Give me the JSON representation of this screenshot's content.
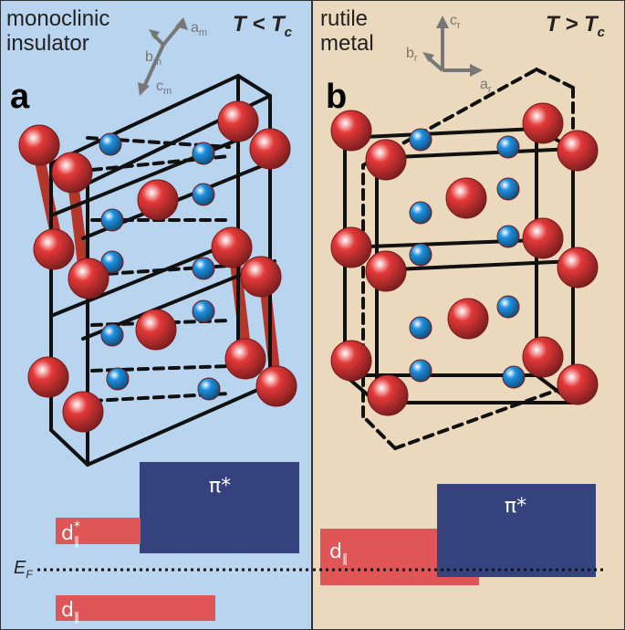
{
  "colors": {
    "panel_a_bg": "#b8d4ee",
    "panel_b_bg": "#ead9bd",
    "vanadium_atom": "#1e8fe0",
    "oxygen_atom": "#e43838",
    "dimer_bond": "#b5352a",
    "pi_star_band": "#34437d",
    "d_parallel_band": "#e05555"
  },
  "panel_a": {
    "phase_line1": "monoclinic",
    "phase_line2": "insulator",
    "letter": "a",
    "temp_text": "T < T",
    "temp_sub": "c",
    "axes": {
      "a": "a",
      "a_sub": "m",
      "b": "b",
      "b_sub": "m",
      "c": "c",
      "c_sub": "m"
    },
    "bands": {
      "pi_star": "π*",
      "d_star": "d",
      "d_star_sup": "*",
      "d_par_sub": "∥",
      "d_lower": "d",
      "d_lower_sub": "∥"
    }
  },
  "panel_b": {
    "phase_line1": "rutile",
    "phase_line2": "metal",
    "letter": "b",
    "temp_text": "T > T",
    "temp_sub": "c",
    "axes": {
      "c": "c",
      "c_sub": "r",
      "b": "b",
      "b_sub": "r",
      "a": "a",
      "a_sub": "r"
    },
    "bands": {
      "pi_star": "π*",
      "d": "d",
      "d_sub": "∥"
    }
  },
  "fermi": {
    "label": "E",
    "label_sub": "F"
  }
}
